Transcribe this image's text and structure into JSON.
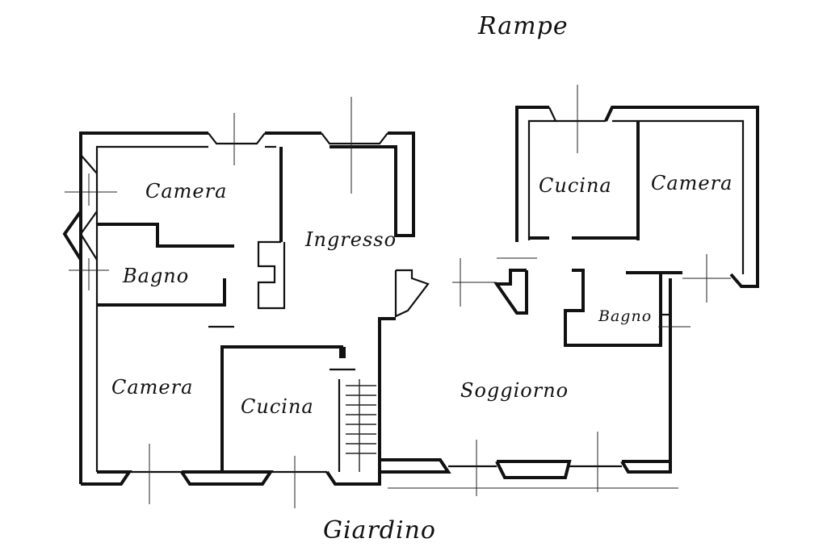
{
  "labels": {
    "top_outside": "Rampe",
    "bottom_outside": "Giardino"
  },
  "rooms": {
    "camera_top_left": "Camera",
    "bagno_left": "Bagno",
    "ingresso": "Ingresso",
    "camera_bottom_left": "Camera",
    "cucina_left": "Cucina",
    "cucina_right": "Cucina",
    "camera_right": "Camera",
    "bagno_right": "Bagno",
    "soggiorno": "Soggiorno"
  },
  "colors": {
    "ink": "#111111",
    "paper": "#ffffff"
  }
}
